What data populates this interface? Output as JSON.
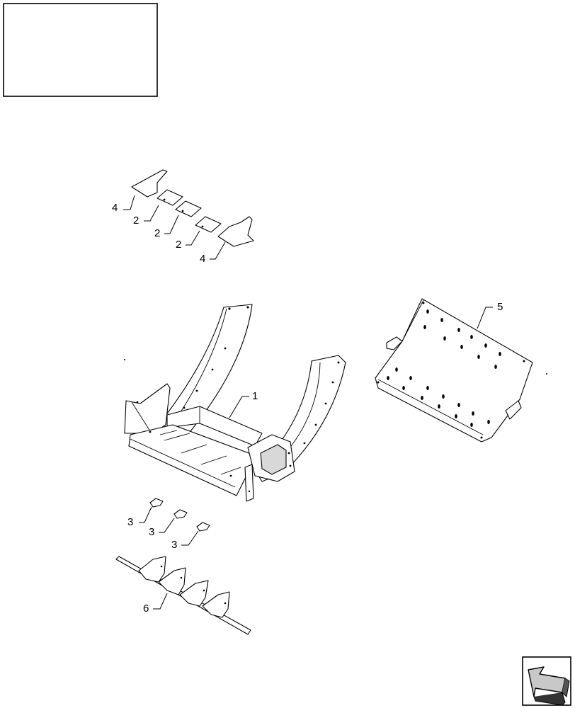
{
  "callouts": {
    "c4a": "4",
    "c2a": "2",
    "c2b": "2",
    "c2c": "2",
    "c4b": "4",
    "c5": "5",
    "c1": "1",
    "c3a": "3",
    "c3b": "3",
    "c3c": "3",
    "c6": "6"
  },
  "icons": {
    "nav_arrow": "navigation-arrow-icon"
  },
  "colors": {
    "line": "#000000",
    "background": "#ffffff",
    "icon_fill": "#c8c8c8"
  }
}
